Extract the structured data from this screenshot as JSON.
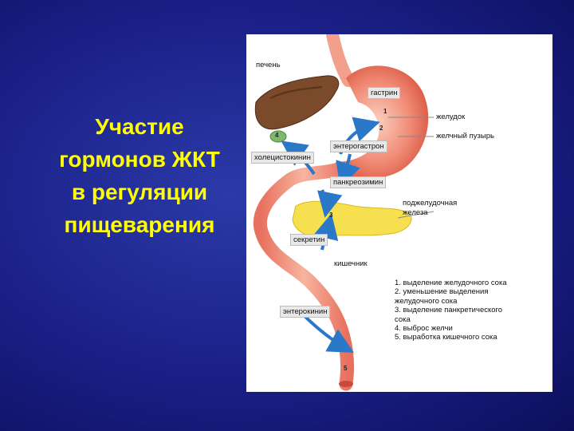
{
  "title": [
    "Участие",
    "гормонов ЖКТ",
    "в регуляции",
    "пищеварения"
  ],
  "labels": {
    "liver": "печень",
    "stomach": "желудок",
    "gallbladder": "желчный пузырь",
    "pancreas_1": "поджелудочная",
    "pancreas_2": "железа",
    "intestine": "кишечник"
  },
  "hormones": {
    "gastrin": "гастрин",
    "enterogastron": "энтерогастрон",
    "cholecystokinin": "холецистокинин",
    "pancreozymin": "панкреозимин",
    "secretin": "секретин",
    "enterokinin": "энтерокинин"
  },
  "markers": [
    "1",
    "2",
    "3",
    "4",
    "5"
  ],
  "legend": [
    "1. выделение желудочного сока",
    "2. уменьшение выделения",
    "желудочного сока",
    "3. выделение панкретического",
    "сока",
    "4. выброс желчи",
    "5. выработка кишечного сока"
  ],
  "colors": {
    "background": "#1a1f86",
    "title": "#ffff00",
    "arrow": "#2a78c8",
    "organ_pink": "#f08070",
    "liver": "#7a4a2a",
    "pancreas": "#f7e050",
    "gallbladder": "#7fb86a"
  }
}
